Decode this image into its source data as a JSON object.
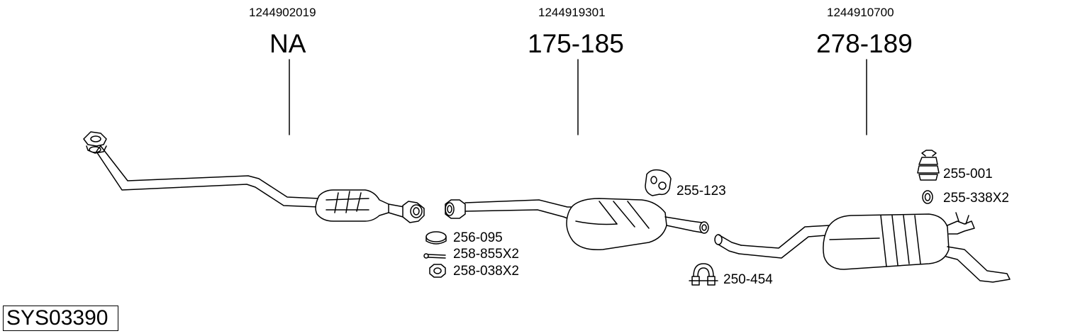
{
  "groups": [
    {
      "oe_number": "1244902019",
      "code": "NA"
    },
    {
      "oe_number": "1244919301",
      "code": "175-185"
    },
    {
      "oe_number": "1244910700",
      "code": "278-189"
    }
  ],
  "parts": [
    {
      "code": "256-095",
      "icon": "cap-icon"
    },
    {
      "code": "258-855X2",
      "icon": "bolt-icon"
    },
    {
      "code": "258-038X2",
      "icon": "nut-icon"
    },
    {
      "code": "255-123",
      "icon": "rubber-mount-icon"
    },
    {
      "code": "250-454",
      "icon": "clamp-icon"
    },
    {
      "code": "255-001",
      "icon": "rubber-buffer-icon"
    },
    {
      "code": "255-338X2",
      "icon": "rubber-ring-icon"
    }
  ],
  "system_code": "SYS03390"
}
